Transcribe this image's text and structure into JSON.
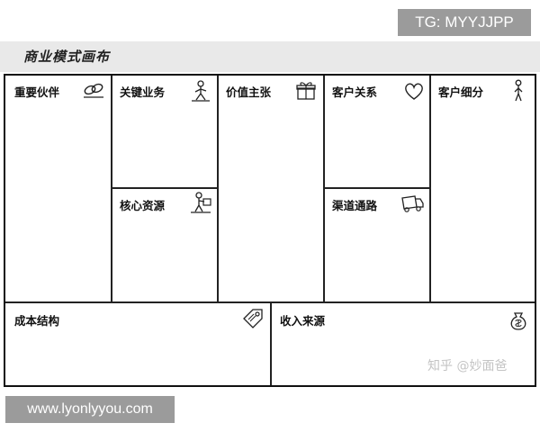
{
  "watermarks": {
    "top_right": "TG: MYYJJPP",
    "bottom_left": "www.lyonlyyou.com",
    "zhihu": "知乎 @妙面爸"
  },
  "canvas": {
    "title": "商业模式画布",
    "blocks": {
      "key_partners": {
        "label": "重要伙伴",
        "icon": "chain-link-icon"
      },
      "key_activities": {
        "label": "关键业务",
        "icon": "worker-icon"
      },
      "key_resources": {
        "label": "核心资源",
        "icon": "worker-carrying-icon"
      },
      "value_propositions": {
        "label": "价值主张",
        "icon": "gift-box-icon"
      },
      "customer_relationships": {
        "label": "客户关系",
        "icon": "heart-icon"
      },
      "channels": {
        "label": "渠道通路",
        "icon": "delivery-truck-icon"
      },
      "customer_segments": {
        "label": "客户细分",
        "icon": "person-icon"
      },
      "cost_structure": {
        "label": "成本结构",
        "icon": "price-tag-icon"
      },
      "revenue_streams": {
        "label": "收入来源",
        "icon": "money-bag-icon"
      }
    }
  },
  "colors": {
    "border": "#111111",
    "title_band": "#e9e9e9",
    "watermark_bg": "#9b9b9b",
    "watermark_text": "#ffffff"
  }
}
